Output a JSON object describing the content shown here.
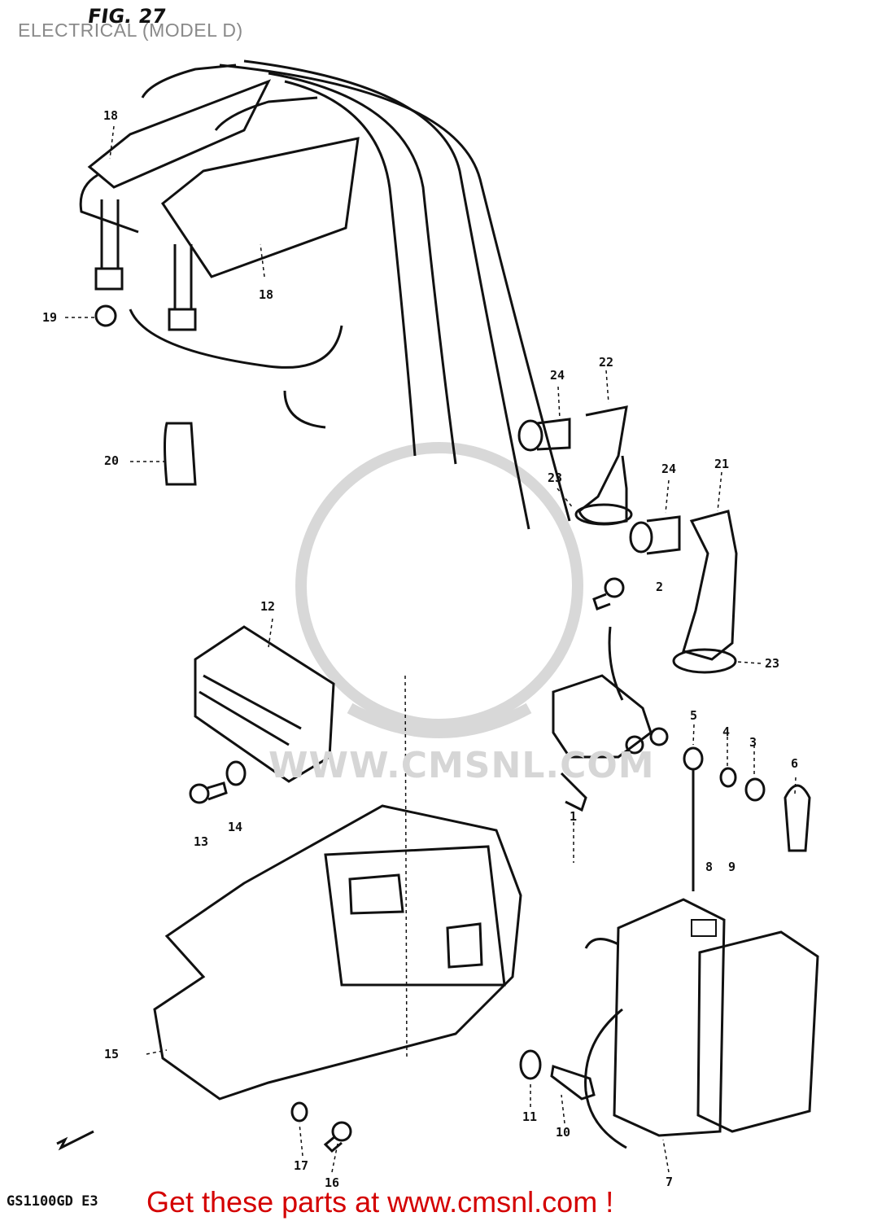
{
  "header": {
    "title": "ELECTRICAL (MODEL D)"
  },
  "figure": {
    "label": "FIG. 27",
    "model_code": "GS1100GD  E3"
  },
  "watermark": {
    "text": "WWW.CMSNL.COM",
    "logo": "CMS"
  },
  "parts": [
    {
      "id": "part-18a",
      "number": "18"
    },
    {
      "id": "part-18b",
      "number": "18"
    },
    {
      "id": "part-19",
      "number": "19"
    },
    {
      "id": "part-20",
      "number": "20"
    },
    {
      "id": "part-24a",
      "number": "24"
    },
    {
      "id": "part-22",
      "number": "22"
    },
    {
      "id": "part-23a",
      "number": "23"
    },
    {
      "id": "part-24b",
      "number": "24"
    },
    {
      "id": "part-21",
      "number": "21"
    },
    {
      "id": "part-2",
      "number": "2"
    },
    {
      "id": "part-23b",
      "number": "23"
    },
    {
      "id": "part-12",
      "number": "12"
    },
    {
      "id": "part-5",
      "number": "5"
    },
    {
      "id": "part-4",
      "number": "4"
    },
    {
      "id": "part-3",
      "number": "3"
    },
    {
      "id": "part-6",
      "number": "6"
    },
    {
      "id": "part-13",
      "number": "13"
    },
    {
      "id": "part-14",
      "number": "14"
    },
    {
      "id": "part-1",
      "number": "1"
    },
    {
      "id": "part-8",
      "number": "8"
    },
    {
      "id": "part-9",
      "number": "9"
    },
    {
      "id": "part-15",
      "number": "15"
    },
    {
      "id": "part-11",
      "number": "11"
    },
    {
      "id": "part-10",
      "number": "10"
    },
    {
      "id": "part-17",
      "number": "17"
    },
    {
      "id": "part-16",
      "number": "16"
    },
    {
      "id": "part-7",
      "number": "7"
    }
  ],
  "footer": {
    "cta": "Get these parts at www.cmsnl.com !"
  }
}
